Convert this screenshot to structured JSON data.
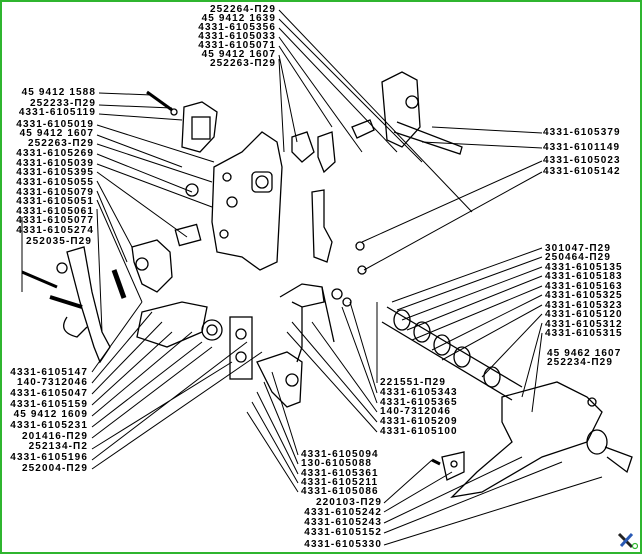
{
  "diagram": {
    "top_labels": [
      "252264-П29",
      "45 9412 1639",
      "4331-6105356",
      "4331-6105033",
      "4331-6105071",
      "45 9412 1607",
      "252263-П29"
    ],
    "left_upper_labels": [
      "45 9412 1588",
      "252233-П29",
      "4331-6105119",
      "4331-6105019",
      "45 9412 1607",
      "252263-П29",
      "4331-6105269",
      "4331-6105039",
      "4331-6105395",
      "4331-6105055",
      "4331-6105079",
      "4331-6105051",
      "4331-6105061",
      "4331-6105077",
      "4331-6105274",
      "252035-П29"
    ],
    "left_lower_labels": [
      "4331-6105147",
      "140-7312046",
      "4331-6105047",
      "4331-6105159",
      "45 9412 1609",
      "4331-6105231",
      "201416-П29",
      "252134-П2",
      "4331-6105196",
      "252004-П29"
    ],
    "right_upper_labels": [
      "4331-6105379",
      "4331-6101149",
      "4331-6105023",
      "4331-6105142"
    ],
    "right_middle_labels": [
      "301047-П29",
      "250464-П29",
      "4331-6105135",
      "4331-6105183",
      "4331-6105163",
      "4331-6105325",
      "4331-6105323",
      "4331-6105120",
      "4331-6105312",
      "4331-6105315"
    ],
    "right_middle_labels_b": [
      "45 9462 1607",
      "252234-П29"
    ],
    "center_labels": [
      "221551-П29",
      "4331-6105343",
      "4331-6105365",
      "140-7312046",
      "4331-6105209",
      "4331-6105100"
    ],
    "bottom_labels_a": [
      "4331-6105094",
      "130-6105088",
      "4331-6105361",
      "4331-6105211",
      "4331-6105086"
    ],
    "bottom_labels_b": [
      "220103-П29",
      "4331-6105242",
      "4331-6105243",
      "4331-6105152",
      "4331-6105330"
    ],
    "colors": {
      "border": "#2fb52f",
      "ink": "#000000"
    },
    "logo_icon": "tools-icon"
  }
}
